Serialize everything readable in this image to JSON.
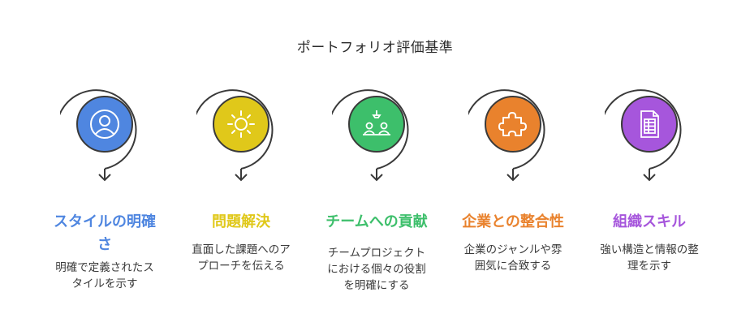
{
  "title": "ポートフォリオ評価基準",
  "items": [
    {
      "heading": "スタイルの明確さ",
      "heading_l1": "スタイルの明確",
      "heading_l2": "さ",
      "desc_l1": "明確で定義されたス",
      "desc_l2": "タイルを示す",
      "desc_l3": "",
      "color": "#4f86e0",
      "icon": "user-icon"
    },
    {
      "heading": "問題解決",
      "heading_l1": "問題解決",
      "heading_l2": "",
      "desc_l1": "直面した課題へのア",
      "desc_l2": "プローチを伝える",
      "desc_l3": "",
      "color": "#e0c81a",
      "icon": "sun-icon"
    },
    {
      "heading": "チームへの貢献",
      "heading_l1": "チームへの貢献",
      "heading_l2": "",
      "desc_l1": "チームプロジェクト",
      "desc_l2": "における個々の役割",
      "desc_l3": "を明確にする",
      "color": "#3dbf6b",
      "icon": "team-icon"
    },
    {
      "heading": "企業との整合性",
      "heading_l1": "企業との整合性",
      "heading_l2": "",
      "desc_l1": "企業のジャンルや雰",
      "desc_l2": "囲気に合致する",
      "desc_l3": "",
      "color": "#e9822d",
      "icon": "puzzle-icon"
    },
    {
      "heading": "組織スキル",
      "heading_l1": "組織スキル",
      "heading_l2": "",
      "desc_l1": "強い構造と情報の整",
      "desc_l2": "理を示す",
      "desc_l3": "",
      "color": "#a656dc",
      "icon": "document-icon"
    }
  ]
}
